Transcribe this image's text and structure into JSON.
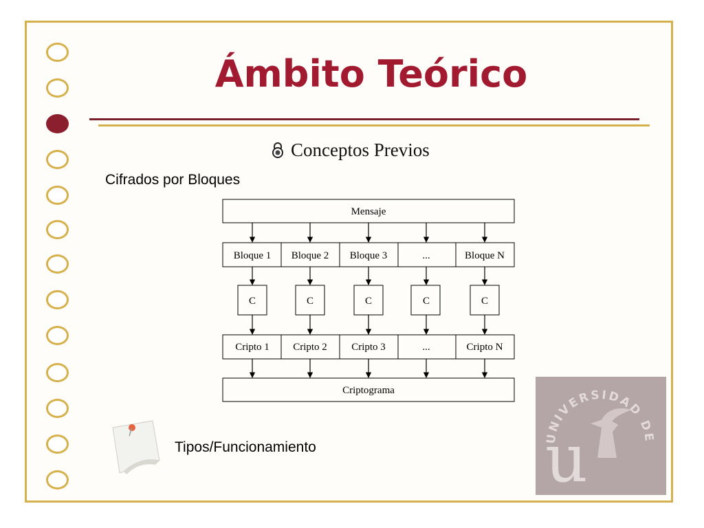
{
  "slide": {
    "title": "Ámbito Teórico",
    "subtitle": "Conceptos Previos",
    "section_label": "Cifrados por Bloques",
    "note_label": "Tipos/Funcionamiento"
  },
  "diagram": {
    "message": "Mensaje",
    "blocks": [
      "Bloque 1",
      "Bloque 2",
      "Bloque 3",
      "...",
      "Bloque N"
    ],
    "cipher": [
      "C",
      "C",
      "C",
      "C",
      "C"
    ],
    "cryptos": [
      "Cripto 1",
      "Cripto 2",
      "Cripto 3",
      "...",
      "Cripto N"
    ],
    "output": "Criptograma"
  },
  "logo": {
    "text": "UNIVERSIDAD DE SEVILLA",
    "letter": "u"
  },
  "colors": {
    "title": "#a21a2f",
    "frame": "#d6b04a",
    "rule_dark": "#7a1f2d",
    "logo_bg": "#b4a5a7"
  },
  "icons": {
    "bullet": "padlock-icon",
    "note": "sticky-note-icon"
  }
}
